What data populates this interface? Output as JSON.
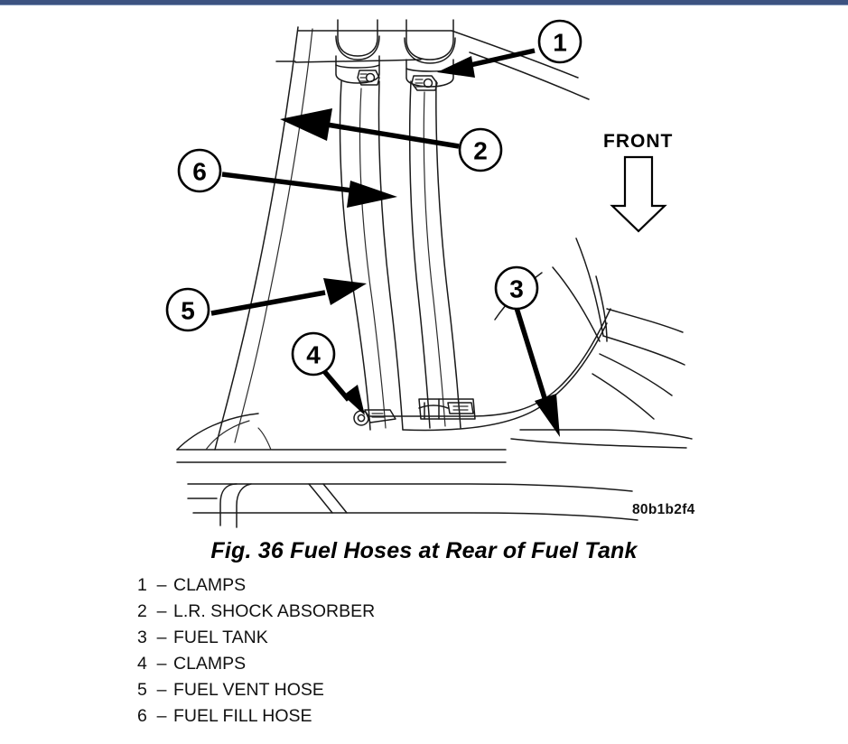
{
  "document": {
    "type": "service-manual-figure",
    "figure_code": "80b1b2f4",
    "caption": "Fig. 36 Fuel Hoses at Rear of Fuel Tank"
  },
  "orientation": {
    "label": "FRONT",
    "arrow_direction": "down"
  },
  "callouts": [
    {
      "number": "1",
      "label": "CLAMPS"
    },
    {
      "number": "2",
      "label": "L.R. SHOCK ABSORBER"
    },
    {
      "number": "3",
      "label": "FUEL TANK"
    },
    {
      "number": "4",
      "label": "CLAMPS"
    },
    {
      "number": "5",
      "label": "FUEL VENT HOSE"
    },
    {
      "number": "6",
      "label": "FUEL FILL HOSE"
    }
  ],
  "legend": {
    "separator": "–",
    "items": [
      {
        "number": "1",
        "label": "CLAMPS"
      },
      {
        "number": "2",
        "label": "L.R. SHOCK ABSORBER"
      },
      {
        "number": "3",
        "label": "FUEL TANK"
      },
      {
        "number": "4",
        "label": "CLAMPS"
      },
      {
        "number": "5",
        "label": "FUEL VENT HOSE"
      },
      {
        "number": "6",
        "label": "FUEL FILL HOSE"
      }
    ]
  },
  "colors": {
    "top_rule": "#3c5280",
    "line_art": "#111111",
    "background": "#ffffff"
  }
}
